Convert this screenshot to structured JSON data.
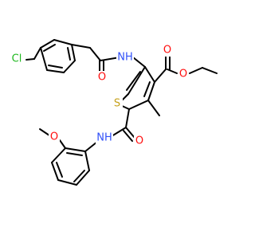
{
  "structure": {
    "description": "skeletal formula",
    "atoms": {
      "cl": {
        "text": "Cl"
      },
      "nh_amide1": {
        "text": "NH"
      },
      "o_amide1": {
        "text": "O"
      },
      "s_ring": {
        "text": "S"
      },
      "o_ester_carbonyl": {
        "text": "O"
      },
      "o_ester_ether": {
        "text": "O"
      },
      "o_amide2": {
        "text": "O"
      },
      "nh_amide2": {
        "text": "NH"
      },
      "o_methoxy": {
        "text": "O"
      }
    },
    "colors": {
      "bond": "#000000",
      "carbon_label": "#000000",
      "nitrogen": "#3050F8",
      "oxygen": "#FF0D0D",
      "sulfur": "#C6A11A",
      "chlorine": "#1FB81F"
    }
  }
}
